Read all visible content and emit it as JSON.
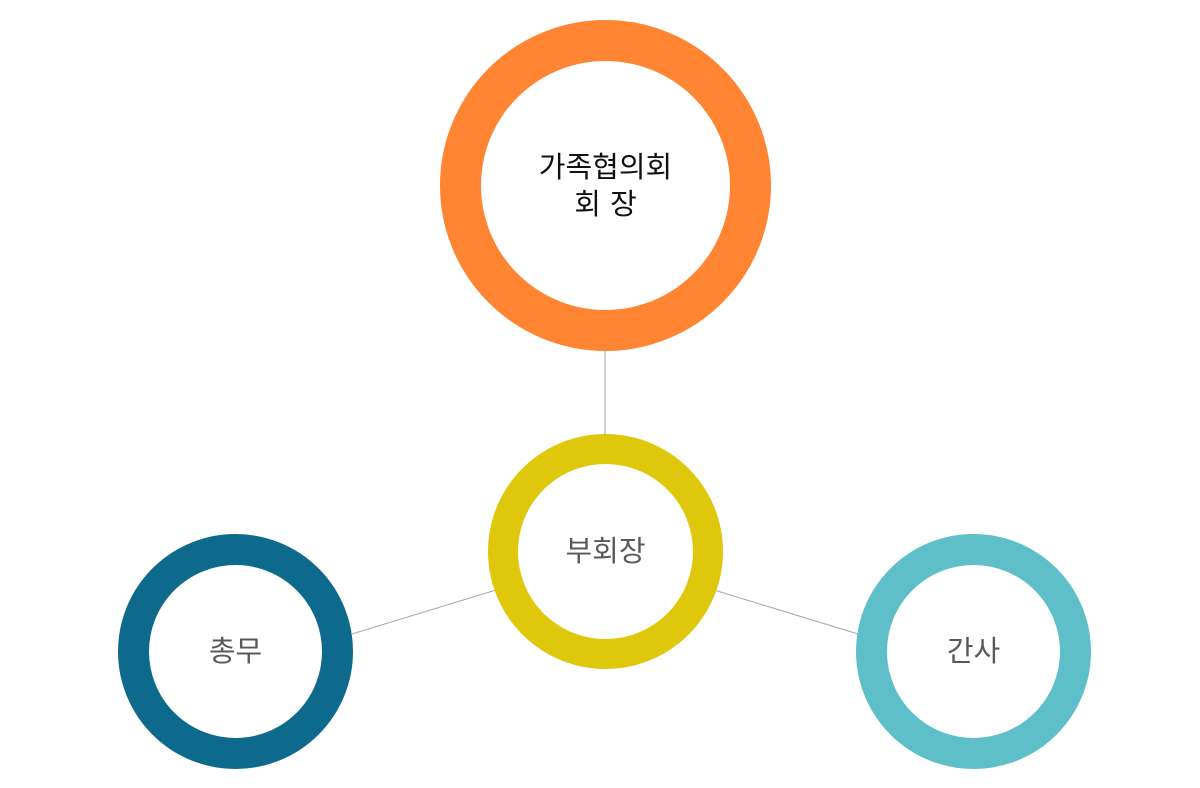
{
  "diagram": {
    "nodes": [
      {
        "id": "president",
        "label_lines": [
          "가족협의회",
          "회 장"
        ],
        "ring_color": "#ff8533"
      },
      {
        "id": "vice_president",
        "label": "부회장",
        "ring_color": "#dfc80c"
      },
      {
        "id": "secretary_general",
        "label": "총무",
        "ring_color": "#0e6a8d"
      },
      {
        "id": "secretary",
        "label": "간사",
        "ring_color": "#5fbfc9"
      }
    ],
    "edges": [
      {
        "from": "president",
        "to": "vice_president"
      },
      {
        "from": "vice_president",
        "to": "secretary_general"
      },
      {
        "from": "vice_president",
        "to": "secretary"
      }
    ],
    "connector_color": "#a6a6a6"
  }
}
